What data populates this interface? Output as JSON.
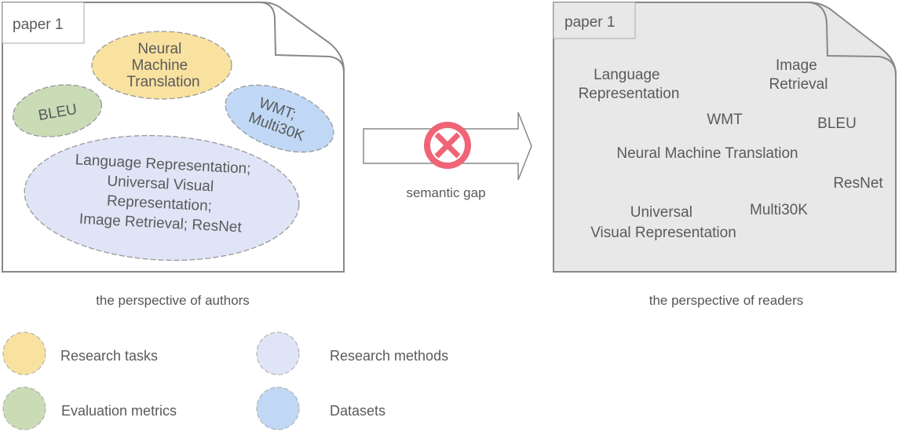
{
  "authors_panel": {
    "tag": "paper 1",
    "caption": "the perspective of authors",
    "ellipses": [
      {
        "category": "task",
        "lines": [
          "Neural",
          "Machine",
          "Translation"
        ],
        "color": "#f9e2a0"
      },
      {
        "category": "metric",
        "lines": [
          "BLEU"
        ],
        "color": "#cadcb6"
      },
      {
        "category": "dataset",
        "lines": [
          "WMT;",
          "Multi30K"
        ],
        "color": "#c0d8f5"
      },
      {
        "category": "method",
        "lines": [
          "Language Representation;",
          "Universal Visual",
          "Representation;",
          "Image Retrieval; ResNet"
        ],
        "color": "#e0e4f7"
      }
    ]
  },
  "arrow": {
    "label": "semantic gap",
    "blocked_icon": "cross-circle-icon",
    "icon_color": "#ef6477"
  },
  "readers_panel": {
    "tag": "paper 1",
    "caption": "the perspective of readers",
    "background": "#e8e8e8",
    "terms": [
      {
        "lines": [
          "Language",
          "Representation"
        ]
      },
      {
        "lines": [
          "Image",
          "Retrieval"
        ]
      },
      {
        "lines": [
          "WMT"
        ]
      },
      {
        "lines": [
          "BLEU"
        ]
      },
      {
        "lines": [
          "Neural Machine Translation"
        ]
      },
      {
        "lines": [
          "ResNet"
        ]
      },
      {
        "lines": [
          "Universal",
          "Visual Representation"
        ]
      },
      {
        "lines": [
          "Multi30K"
        ]
      }
    ]
  },
  "legend": [
    {
      "label": "Research tasks",
      "color": "#f9e2a0"
    },
    {
      "label": "Research methods",
      "color": "#e0e4f7"
    },
    {
      "label": "Evaluation metrics",
      "color": "#cadcb6"
    },
    {
      "label": "Datasets",
      "color": "#c0d8f5"
    }
  ]
}
